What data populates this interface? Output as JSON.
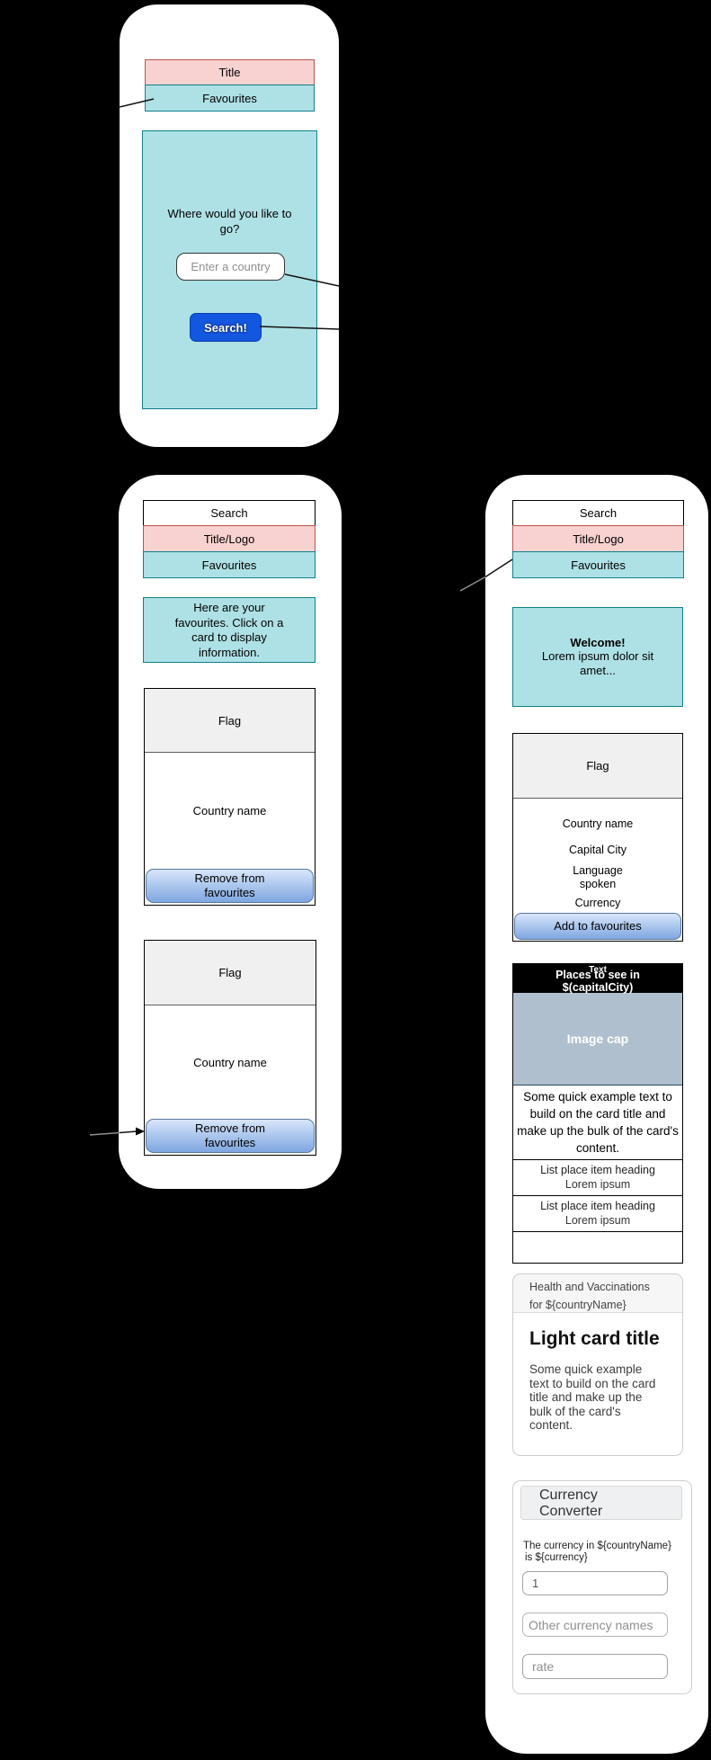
{
  "colors": {
    "background": "#000000",
    "phone_body": "#ffffff",
    "pink_fill": "#f8d2d0",
    "pink_border": "#b85450",
    "teal_fill": "#aee1e6",
    "teal_border": "#10808c",
    "primary_button_blue": "#1356df",
    "favourite_button_gradient_top": "#d8e6fa",
    "favourite_button_gradient_bottom": "#7ea6e0",
    "flag_placeholder_gray": "#f0f0f0",
    "image_placeholder_blue_gray": "#b0bfce",
    "places_header_black": "#000000"
  },
  "home_screen": {
    "title_bar": "Title",
    "favourites_bar": "Favourites",
    "prompt": "Where would you like to go?",
    "input_placeholder": "Enter a country",
    "search_button": "Search!"
  },
  "favourites_screen": {
    "search_bar": "Search",
    "title_bar": "Title/Logo",
    "favourites_bar": "Favourites",
    "info": "Here are your favourites. Click on a card to display information.",
    "cards": [
      {
        "flag": "Flag",
        "country": "Country name",
        "action": "Remove from favourites"
      },
      {
        "flag": "Flag",
        "country": "Country name",
        "action": "Remove from favourites"
      }
    ]
  },
  "country_screen": {
    "search_bar": "Search",
    "title_bar": "Title/Logo",
    "favourites_bar": "Favourites",
    "welcome_title": "Welcome!",
    "welcome_body": "Lorem ipsum dolor sit amet...",
    "country_card": {
      "flag": "Flag",
      "name": "Country name",
      "capital": "Capital City",
      "language": "Language spoken",
      "currency": "Currency",
      "action": "Add to favourites"
    },
    "places_card": {
      "label": "Text",
      "heading_line1": "Places to see in",
      "heading_line2": "$(capitalCity)",
      "image_caption": "Image cap",
      "body": "Some quick example text to build on the card title and make up the bulk of the card's content.",
      "items": [
        {
          "heading": "List place item heading",
          "sub": "Lorem ipsum"
        },
        {
          "heading": "List place item heading",
          "sub": "Lorem ipsum"
        }
      ]
    },
    "health_card": {
      "header_line1": "Health and Vaccinations",
      "header_line2": "for ${countryName}",
      "title": "Light card title",
      "body": "Some quick example text to build on the card title and make up the bulk of the card's content."
    },
    "currency_card": {
      "header_line1": "Currency",
      "header_line2": "Converter",
      "note_line1": "The currency in ${countryName}",
      "note_line2": "is ${currency}",
      "amount_value": "1",
      "other_currency_placeholder": "Other currency names",
      "rate_placeholder": "rate"
    }
  }
}
